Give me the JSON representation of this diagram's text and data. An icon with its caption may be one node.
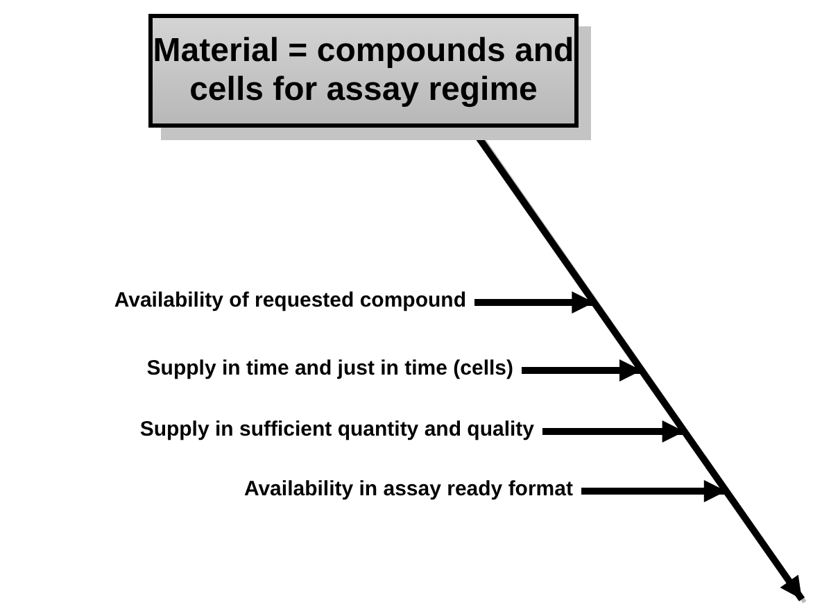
{
  "diagram": {
    "nodes": [
      {
        "text": [
          "Material = compounds and cells for assay regime"
        ]
      },
      {
        "text": [
          "Availability of requested compound"
        ]
      },
      {
        "text": [
          "Supply in time and just in time (cells)"
        ]
      },
      {
        "text": [
          "Supply in sufficient quantity and quality"
        ]
      },
      {
        "text": [
          "Availability in assay ready format"
        ]
      }
    ],
    "edges": [
      {
        "from": 0,
        "to": null,
        "arrow": "to"
      },
      {
        "from": 1,
        "to": null,
        "arrow": "to"
      },
      {
        "from": 2,
        "to": null,
        "arrow": "to"
      },
      {
        "from": 3,
        "to": null,
        "arrow": "to"
      },
      {
        "from": 4,
        "to": null,
        "arrow": "to"
      }
    ]
  }
}
